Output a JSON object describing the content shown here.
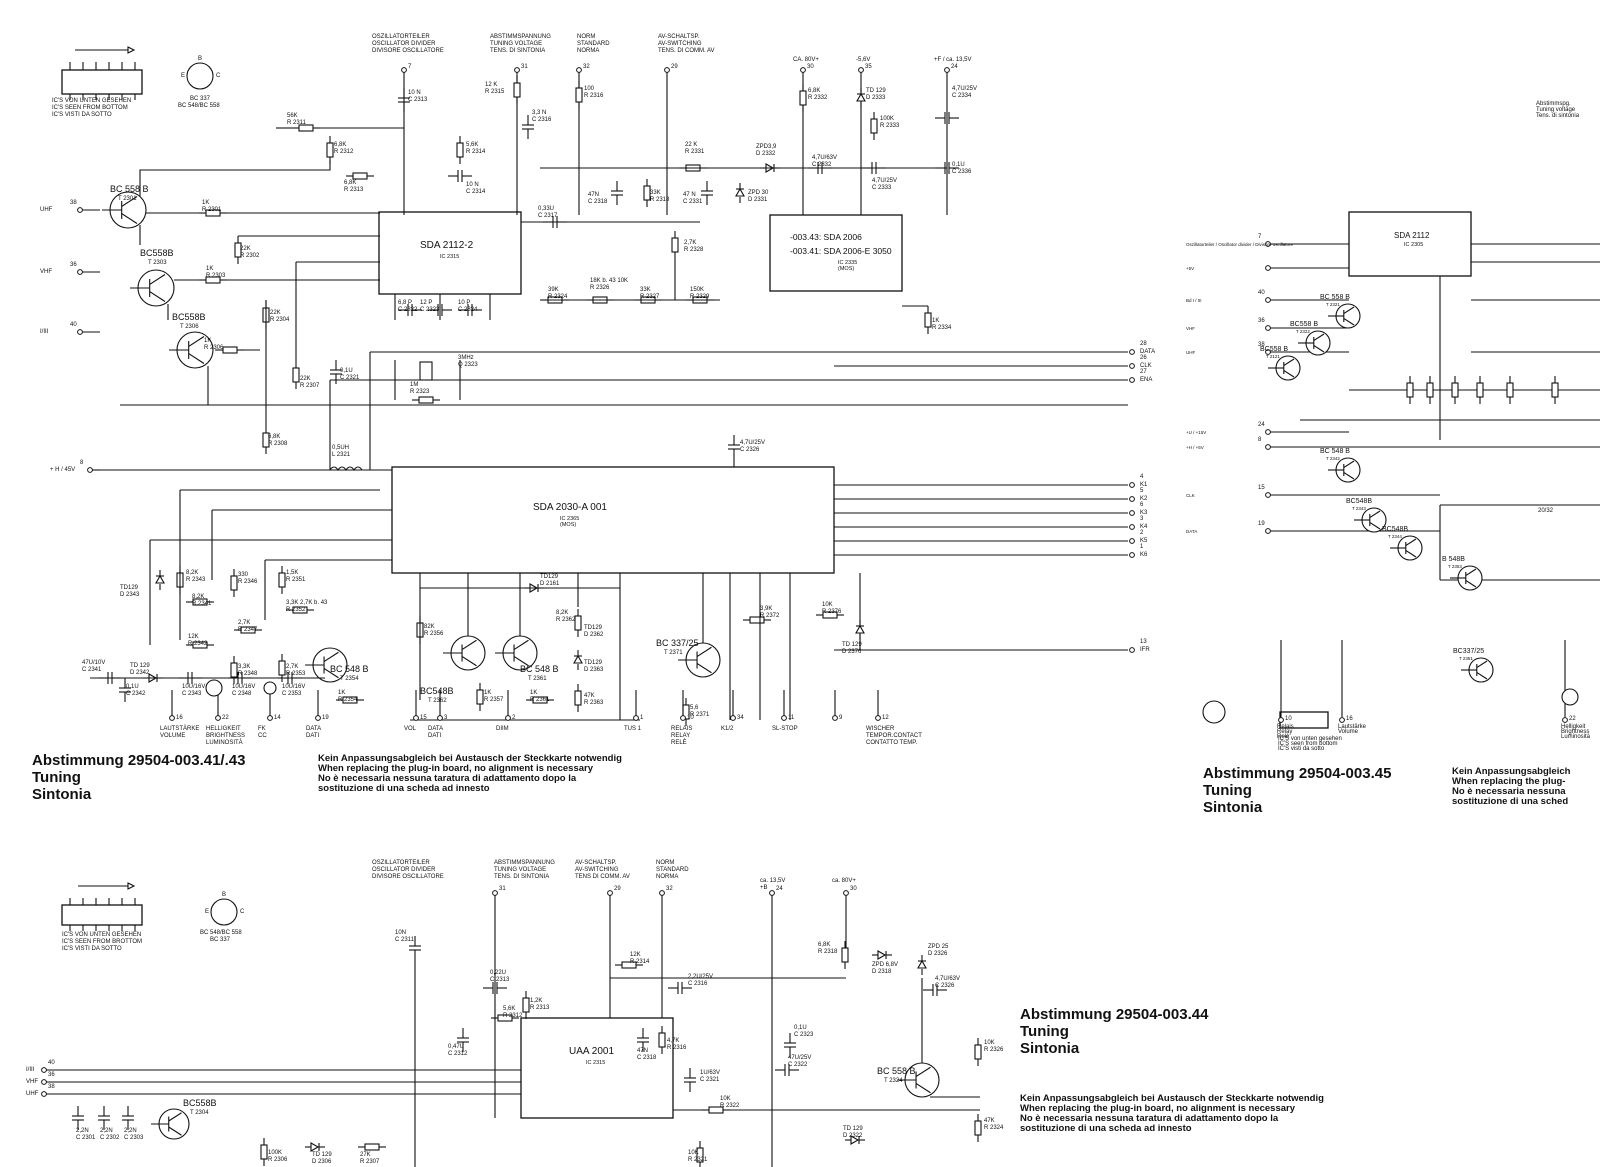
{
  "panel1": {
    "title": "Abstimmung 29504-003.41/.43",
    "title2": "Tuning",
    "title3": "Sintonia",
    "note": [
      "Kein Anpassungsabgleich bei Austausch der Steckkarte notwendig",
      "When replacing the plug-in board, no alignment is necessary",
      "No è necessaria nessuna taratura di adattamento dopo la",
      "sostituzione di una scheda ad innesto"
    ],
    "pinout_note": [
      "IC'S VON UNTEN GESEHEN",
      "IC'S SEEN FROM BOTTOM",
      "IC'S VISTI DA SOTTO"
    ],
    "transistor_types": [
      "BC 337",
      "BC 548/BC 558"
    ],
    "ebc": [
      "E",
      "B",
      "C"
    ],
    "headers": {
      "osc": [
        "OSZILLATORTEILER",
        "OSCILLATOR DIVIDER",
        "DIVISORE OSCILLATORE"
      ],
      "tune": [
        "ABSTIMMSPANNUNG",
        "TUNING VOLTAGE",
        "TENS. DI SINTONIA"
      ],
      "norm": [
        "NORM",
        "STANDARD",
        "NORMA"
      ],
      "av": [
        "AV-SCHALTSP.",
        "AV-SWITCHING",
        "TENS. DI COMM. AV"
      ],
      "ca80": "CA. 80V+",
      "neg56": "-5,6V",
      "plus135": "+F / ca. 13,5V"
    },
    "pins_top": [
      "7",
      "31",
      "32",
      "29",
      "30",
      "35",
      "24"
    ],
    "ic1": {
      "name": "SDA 2112-2",
      "ref": "IC 2315"
    },
    "ic2": {
      "name": "SDA 2030-A 001",
      "ref": "IC 2365",
      "sub": "(MOS)"
    },
    "ic3": {
      "line1": "-003.43: SDA 2006",
      "line2": "-003.41: SDA 2006-E 3050",
      "ref": "IC 2335",
      "sub": "(MOS)"
    },
    "transistors": [
      {
        "type": "BC 558 B",
        "ref": "T 2301"
      },
      {
        "type": "BC558B",
        "ref": "T 2303"
      },
      {
        "type": "BC558B",
        "ref": "T 2306"
      },
      {
        "type": "BC 548 B",
        "ref": "T 2354"
      },
      {
        "type": "BC548B",
        "ref": "T 2362"
      },
      {
        "type": "BC 548 B",
        "ref": "T 2361"
      },
      {
        "type": "BC 337/25",
        "ref": "T 2371"
      }
    ],
    "left_inputs": [
      {
        "label": "UHF",
        "pin": "38"
      },
      {
        "label": "VHF",
        "pin": "36"
      },
      {
        "label": "I/III",
        "pin": "40"
      },
      {
        "label": "+ H / 45V",
        "pin": "8"
      }
    ],
    "right_outputs": [
      {
        "label": "DATA",
        "pin": "28"
      },
      {
        "label": "CLK",
        "pin": "26"
      },
      {
        "label": "ENA",
        "pin": "27"
      },
      {
        "label": "K1",
        "pin": "4"
      },
      {
        "label": "K2",
        "pin": "5"
      },
      {
        "label": "K3",
        "pin": "6"
      },
      {
        "label": "K4",
        "pin": "3"
      },
      {
        "label": "K5",
        "pin": "2"
      },
      {
        "label": "K6",
        "pin": "1"
      },
      {
        "label": "IFR",
        "pin": "13"
      }
    ],
    "bottom_terms": [
      {
        "pin": "16",
        "label": [
          "LAUTSTÄRKE",
          "VOLUME"
        ]
      },
      {
        "pin": "22",
        "label": [
          "HELLIGKEIT",
          "BRIGHTNESS",
          "LUMINOSITÀ"
        ]
      },
      {
        "pin": "14",
        "label": [
          "FK",
          "CC"
        ]
      },
      {
        "pin": "19",
        "label": [
          "DATA",
          "DATI"
        ]
      },
      {
        "pin": "15",
        "label": [
          "VOL"
        ]
      },
      {
        "pin": "3",
        "label": [
          "DATA",
          "DATI"
        ]
      },
      {
        "pin": "2",
        "label": [
          "DIIM"
        ]
      },
      {
        "pin": "1",
        "label": [
          "TUS 1"
        ]
      },
      {
        "pin": "10",
        "label": [
          "RELAIS",
          "RELAY",
          "RELÈ"
        ]
      },
      {
        "pin": "34",
        "label": [
          "K1/2"
        ]
      },
      {
        "pin": "11",
        "label": [
          "SL-STOP"
        ]
      },
      {
        "pin": "9",
        "label": []
      },
      {
        "pin": "12",
        "label": [
          "WISCHER",
          "TEMPOR.CONTACT",
          "CONTATTO TEMP."
        ]
      }
    ],
    "components": [
      {
        "ref": "R 2311",
        "val": "56K"
      },
      {
        "ref": "R 2312",
        "val": "6,8K"
      },
      {
        "ref": "R 2313",
        "val": "6,8K"
      },
      {
        "ref": "R 2314",
        "val": "5,6K"
      },
      {
        "ref": "C 2314",
        "val": "10 N"
      },
      {
        "ref": "C 2313",
        "val": "10 N"
      },
      {
        "ref": "R 2315",
        "val": "12 K"
      },
      {
        "ref": "C 2316",
        "val": "3,3 N"
      },
      {
        "ref": "R 2316",
        "val": "100"
      },
      {
        "ref": "C 2317",
        "val": "0,33U"
      },
      {
        "ref": "C 2318",
        "val": "47N"
      },
      {
        "ref": "R 2318",
        "val": "33K"
      },
      {
        "ref": "R 2331",
        "val": "22 K"
      },
      {
        "ref": "C 2331",
        "val": "47 N"
      },
      {
        "ref": "D 2332",
        "val": "ZPD3,9"
      },
      {
        "ref": "D 2331",
        "val": "ZPD 30"
      },
      {
        "ref": "C 2332",
        "val": "4,7U/63V"
      },
      {
        "ref": "R 2332",
        "val": "6,8K"
      },
      {
        "ref": "D 2333",
        "val": "TD 129"
      },
      {
        "ref": "R 2333",
        "val": "100K"
      },
      {
        "ref": "C 2333",
        "val": "4,7U/25V"
      },
      {
        "ref": "C 2334",
        "val": "4,7U/25V"
      },
      {
        "ref": "C 2336",
        "val": "0,1U"
      },
      {
        "ref": "R 2301",
        "val": "1K"
      },
      {
        "ref": "R 2302",
        "val": "22K"
      },
      {
        "ref": "R 2303",
        "val": "1K"
      },
      {
        "ref": "R 2304",
        "val": "22K"
      },
      {
        "ref": "R 2306",
        "val": "1K"
      },
      {
        "ref": "R 2307",
        "val": "22K"
      },
      {
        "ref": "R 2308",
        "val": "6,8K"
      },
      {
        "ref": "C 2322",
        "val": "6,8 P"
      },
      {
        "ref": "C 2323",
        "val": "12 P"
      },
      {
        "ref": "C 2324",
        "val": "10 P"
      },
      {
        "ref": "Q 2323",
        "val": "3MHz"
      },
      {
        "ref": "R 2323",
        "val": "1M"
      },
      {
        "ref": "C 2321",
        "val": "0,1U"
      },
      {
        "ref": "R 2328",
        "val": "2,7K"
      },
      {
        "ref": "R 2324",
        "val": "39K"
      },
      {
        "ref": "R 2326",
        "val": "18K b. 43 10K"
      },
      {
        "ref": "R 2327",
        "val": "33K"
      },
      {
        "ref": "R 2329",
        "val": "150K"
      },
      {
        "ref": "R 2334",
        "val": "1K"
      },
      {
        "ref": "L 2321",
        "val": "0,5UH"
      },
      {
        "ref": "C 2326",
        "val": "4,7U/25V"
      },
      {
        "ref": "D 2161",
        "val": "TD129"
      },
      {
        "ref": "R 2343",
        "val": "8,2K"
      },
      {
        "ref": "R 2341",
        "val": "8,2K"
      },
      {
        "ref": "R 2346",
        "val": "330"
      },
      {
        "ref": "R 2351",
        "val": "1,5K"
      },
      {
        "ref": "R 2352",
        "val": "3,3K 2,7K b. 43"
      },
      {
        "ref": "R 2347",
        "val": "2,7K"
      },
      {
        "ref": "R 2342",
        "val": "12K"
      },
      {
        "ref": "R 2348",
        "val": "3,3K"
      },
      {
        "ref": "R 2353",
        "val": "2,7K"
      },
      {
        "ref": "D 2343",
        "val": "TD129"
      },
      {
        "ref": "D 2342",
        "val": "TD 129"
      },
      {
        "ref": "C 2341",
        "val": "47U/10V"
      },
      {
        "ref": "C 2342",
        "val": "0,1U"
      },
      {
        "ref": "C 2343",
        "val": "10U/16V"
      },
      {
        "ref": "C 2348",
        "val": "10U/16V"
      },
      {
        "ref": "C 2353",
        "val": "10U/16V"
      },
      {
        "ref": "R 2354",
        "val": "1K"
      },
      {
        "ref": "R 2356",
        "val": "82K"
      },
      {
        "ref": "R 2357",
        "val": "1K"
      },
      {
        "ref": "R 2361",
        "val": "1K"
      },
      {
        "ref": "R 2362",
        "val": "8,2K"
      },
      {
        "ref": "D 2362",
        "val": "TD129"
      },
      {
        "ref": "D 2363",
        "val": "TD129"
      },
      {
        "ref": "R 2363",
        "val": "47K"
      },
      {
        "ref": "R 2371",
        "val": "5,6"
      },
      {
        "ref": "R 2372",
        "val": "3,9K"
      },
      {
        "ref": "R 2376",
        "val": "10K"
      },
      {
        "ref": "D 2376",
        "val": "TD 129"
      }
    ]
  },
  "panel2": {
    "title": "Abstimmung 29504-003.45",
    "title2": "Tuning",
    "title3": "Sintonia",
    "note": [
      "Kein Anpassungsabgleich",
      "When replacing the plug-",
      "No è necessaria nessuna",
      "sostituzione di una sched"
    ],
    "ic": {
      "name": "SDA 2112",
      "ref": "IC 2305"
    },
    "ic_lower": "20/32",
    "left_labels": [
      {
        "label": "Oszillatorteiler / Oscillator divider / Divisore oscillatore",
        "pin": "7"
      },
      {
        "label": "+5V",
        "pin": ""
      },
      {
        "label": "Bd I / III",
        "pin": "40"
      },
      {
        "label": "VHF",
        "pin": "36"
      },
      {
        "label": "UHF",
        "pin": "38"
      },
      {
        "label": "+U / +15V",
        "pin": "24"
      },
      {
        "label": "+H / +5V",
        "pin": "8"
      },
      {
        "label": "CLK",
        "pin": "15"
      },
      {
        "label": "DATA",
        "pin": "19"
      }
    ],
    "transistors": [
      {
        "type": "BC 558 B",
        "ref": "T 2321"
      },
      {
        "type": "BC558 B",
        "ref": "T 2322"
      },
      {
        "type": "BC558 B",
        "ref": "T 2121"
      },
      {
        "type": "BC 548 B",
        "ref": "T 2342"
      },
      {
        "type": "BC548B",
        "ref": "T 2343"
      },
      {
        "type": "BC548B",
        "ref": "T 2344"
      },
      {
        "type": "B 548B",
        "ref": "T 2353"
      },
      {
        "type": "BC337/25",
        "ref": "T 2351"
      }
    ],
    "tune_header": [
      "Abstimmspg.",
      "Tuning voltage",
      "Tens. di sintonia"
    ],
    "pinout_note": [
      "IC'S von unten gesehen",
      "IC'S seen from bottom",
      "IC'S visti da sotto"
    ],
    "bottom_terms": [
      {
        "pin": "10",
        "label": [
          "Relais",
          "Relay",
          "Relè"
        ]
      },
      {
        "pin": "16",
        "label": [
          "Lautstärke",
          "Volume"
        ]
      },
      {
        "pin": "22",
        "label": [
          "Helligkeit",
          "Brightness",
          "Luminosità"
        ]
      }
    ]
  },
  "panel3": {
    "title": "Abstimmung 29504-003.44",
    "title2": "Tuning",
    "title3": "Sintonia",
    "note": [
      "Kein Anpassungsabgleich bei Austausch der Steckkarte notwendig",
      "When replacing the plug-in board, no alignment is necessary",
      "No è necessaria nessuna taratura di adattamento dopo la",
      "sostituzione di una scheda ad innesto"
    ],
    "pinout_note": [
      "IC'S VON UNTEN GESEHEN",
      "IC'S SEEN FROM BROTTOM",
      "IC'S VISTI DA SOTTO"
    ],
    "transistor_types": [
      "BC 548/BC 558",
      "BC 337"
    ],
    "headers": {
      "osc": [
        "OSZILLATORTEILER",
        "OSCILLATOR DIVIDER",
        "DIVISORE OSCILLATORE"
      ],
      "tune": [
        "ABSTIMMSPANNUNG",
        "TUNING VOLTAGE",
        "TENS. DI SINTONIA"
      ],
      "av": [
        "AV-SCHALTSP.",
        "AV-SWITCHING",
        "TENS DI COMM. AV"
      ],
      "norm": [
        "NORM",
        "STANDARD",
        "NORMA"
      ],
      "ca135": [
        "ca. 13,5V",
        "+B"
      ],
      "ca80": "ca. 80V+"
    },
    "pins_top": [
      "31",
      "29",
      "32",
      "24",
      "30"
    ],
    "ic": {
      "name": "UAA 2001",
      "ref": "IC 2315"
    },
    "left_inputs": [
      {
        "label": "I/III",
        "pin": "40"
      },
      {
        "label": "VHF",
        "pin": "36"
      },
      {
        "label": "UHF",
        "pin": "38"
      }
    ],
    "transistors": [
      {
        "type": "BC558B",
        "ref": "T 2304"
      },
      {
        "type": "BC 558 B",
        "ref": "T 2324"
      }
    ],
    "components": [
      {
        "ref": "C 2311",
        "val": "10N"
      },
      {
        "ref": "C 2313",
        "val": "0,22U"
      },
      {
        "ref": "R 2313",
        "val": "1,2K"
      },
      {
        "ref": "R 2312",
        "val": "5,6K"
      },
      {
        "ref": "C 2312",
        "val": "0,47U"
      },
      {
        "ref": "R 2314",
        "val": "12K"
      },
      {
        "ref": "C 2316",
        "val": "2,2U/25V"
      },
      {
        "ref": "C 2318",
        "val": "47N"
      },
      {
        "ref": "R 2316",
        "val": "4,7K"
      },
      {
        "ref": "R 2318",
        "val": "6,8K"
      },
      {
        "ref": "D 2318",
        "val": "ZPD 6,8V"
      },
      {
        "ref": "D 2326",
        "val": "ZPD 25"
      },
      {
        "ref": "C 2326",
        "val": "4,7U/63V"
      },
      {
        "ref": "C 2323",
        "val": "0,1U"
      },
      {
        "ref": "C 2322",
        "val": "47U/25V"
      },
      {
        "ref": "C 2321",
        "val": "1U/63V"
      },
      {
        "ref": "R 2322",
        "val": "10K"
      },
      {
        "ref": "D 2322",
        "val": "TD 129"
      },
      {
        "ref": "R 2326",
        "val": "10K"
      },
      {
        "ref": "R 2324",
        "val": "47K"
      },
      {
        "ref": "C 2301",
        "val": "2,2N"
      },
      {
        "ref": "C 2302",
        "val": "2,2N"
      },
      {
        "ref": "C 2303",
        "val": "2,2N"
      },
      {
        "ref": "R 2306",
        "val": "100K"
      },
      {
        "ref": "D 2306",
        "val": "TD 129"
      },
      {
        "ref": "R 2307",
        "val": "27K"
      },
      {
        "ref": "R 2321",
        "val": "10K"
      }
    ]
  }
}
